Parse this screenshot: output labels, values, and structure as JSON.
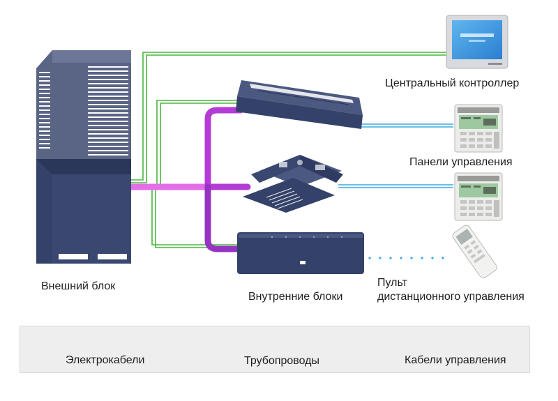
{
  "labels": {
    "outdoor_unit": "Внешний блок",
    "indoor_units": "Внутренние блоки",
    "central_controller": "Центральный контроллер",
    "control_panels": "Панели управления",
    "remote_line1": "Пульт",
    "remote_line2": "дистанционного управления"
  },
  "legend": {
    "electric": "Электрокабели",
    "pipes": "Трубопроводы",
    "control": "Кабели управления"
  },
  "colors": {
    "unit_body": "#34426a",
    "electric_cable": "#47b83d",
    "pipe": "#b43bd6",
    "control_cable": "#3aa8dd",
    "legend_bg": "#eeeeee"
  },
  "icons": {
    "outdoor": "outdoor-unit-icon",
    "duct": "ceiling-duct-unit-icon",
    "cassette": "cassette-unit-icon",
    "wall": "wall-unit-icon",
    "central": "central-controller-icon",
    "panel": "control-panel-icon",
    "remote": "remote-control-icon"
  }
}
